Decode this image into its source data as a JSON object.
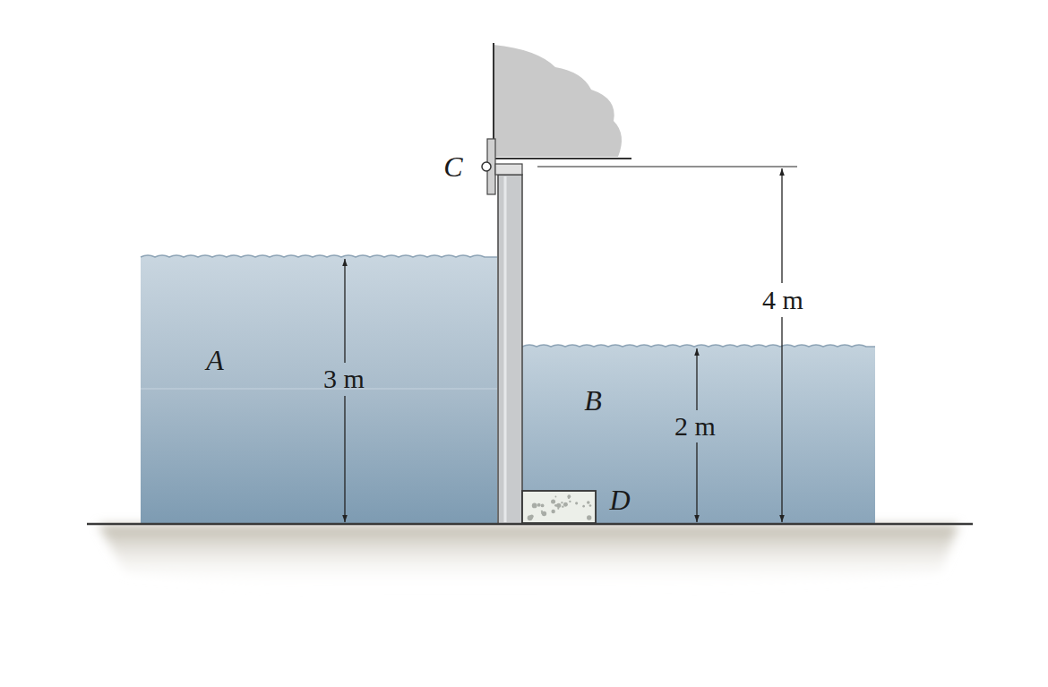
{
  "diagram": {
    "labels": [
      "C",
      "A",
      "3 m",
      "B",
      "2 m",
      "D",
      "4 m"
    ]
  }
}
